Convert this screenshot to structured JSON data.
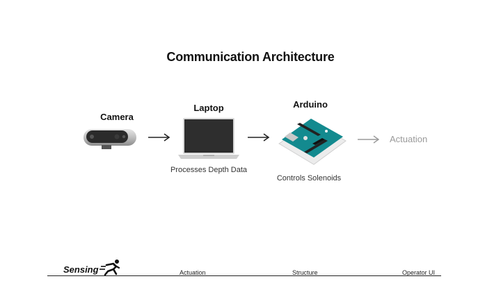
{
  "title": "Communication Architecture",
  "nodes": {
    "camera": {
      "label": "Camera"
    },
    "laptop": {
      "label": "Laptop",
      "caption": "Processes Depth Data"
    },
    "arduino": {
      "label": "Arduino",
      "caption": "Controls Solenoids"
    },
    "actuation": {
      "label": "Actuation"
    }
  },
  "footer": {
    "active_section": "Sensing",
    "sections": [
      "Actuation",
      "Structure",
      "Operator UI"
    ]
  },
  "colors": {
    "text": "#111111",
    "muted": "#9a9a9a",
    "arduino_board": "#138a8f"
  },
  "icons": [
    "depth-camera-icon",
    "laptop-icon",
    "arduino-board-icon",
    "runner-icon",
    "arrow-right-icon"
  ]
}
